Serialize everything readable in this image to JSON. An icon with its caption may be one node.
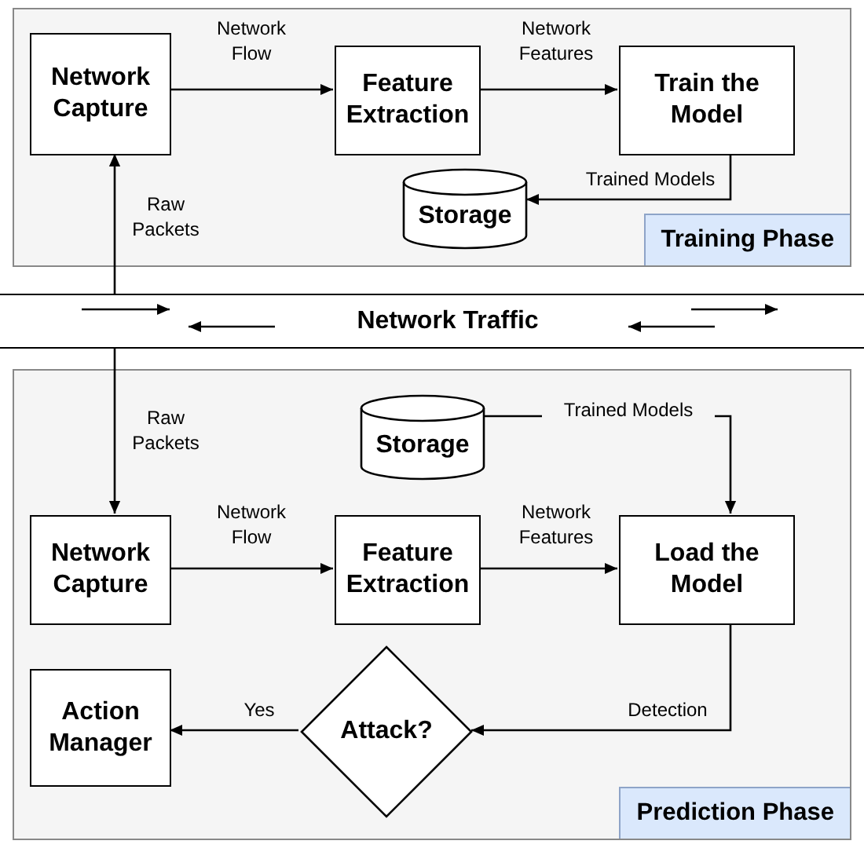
{
  "diagram": {
    "nodes": [
      {
        "text": [
          "Training Phase"
        ]
      },
      {
        "text": [
          "Network Capture"
        ],
        "in": 0
      },
      {
        "text": [
          "Feature Extraction"
        ],
        "in": 0
      },
      {
        "text": [
          "Train the Model"
        ],
        "in": 0
      },
      {
        "text": [
          "Storage"
        ],
        "in": 0
      },
      {
        "text": [
          "Network Traffic"
        ]
      },
      {
        "text": [
          "Prediction Phase"
        ]
      },
      {
        "text": [
          "Storage"
        ],
        "in": 6
      },
      {
        "text": [
          "Network Capture"
        ],
        "in": 6
      },
      {
        "text": [
          "Feature Extraction"
        ],
        "in": 6
      },
      {
        "text": [
          "Load the Model"
        ],
        "in": 6
      },
      {
        "text": [
          "Attack?"
        ],
        "in": 6
      },
      {
        "text": [
          "Action Manager"
        ],
        "in": 6
      }
    ],
    "edges": [
      {
        "from": 1,
        "to": 2,
        "arrow": "to",
        "label": "Network Flow"
      },
      {
        "from": 2,
        "to": 3,
        "arrow": "to",
        "label": "Network Features"
      },
      {
        "from": 3,
        "to": 4,
        "arrow": "to",
        "label": "Trained Models"
      },
      {
        "from": 5,
        "to": 1,
        "arrow": "to",
        "label": "Raw Packets"
      },
      {
        "from": 5,
        "to": 8,
        "arrow": "to",
        "label": "Raw Packets"
      },
      {
        "from": 7,
        "to": 10,
        "arrow": "to",
        "label": "Trained Models"
      },
      {
        "from": 8,
        "to": 9,
        "arrow": "to",
        "label": "Network Flow"
      },
      {
        "from": 9,
        "to": 10,
        "arrow": "to",
        "label": "Network Features"
      },
      {
        "from": 10,
        "to": 11,
        "arrow": "to",
        "label": "Detection"
      },
      {
        "from": 11,
        "to": 12,
        "arrow": "to",
        "label": "Yes"
      }
    ]
  }
}
